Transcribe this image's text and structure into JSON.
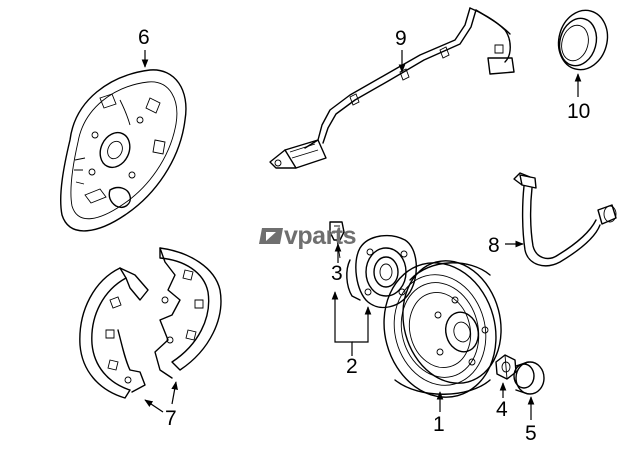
{
  "watermark": {
    "text": "vparts",
    "logo_icon": "wrench-logo-icon",
    "color": "#6f6f6f"
  },
  "callouts": [
    {
      "id": "1",
      "part": "brake-drum-rotor"
    },
    {
      "id": "2",
      "part": "hub-and-bearing-group"
    },
    {
      "id": "3",
      "part": "wheel-stud"
    },
    {
      "id": "4",
      "part": "axle-nut"
    },
    {
      "id": "5",
      "part": "dust-cap"
    },
    {
      "id": "6",
      "part": "backing-plate"
    },
    {
      "id": "7",
      "part": "parking-brake-shoes"
    },
    {
      "id": "8",
      "part": "brake-hose"
    },
    {
      "id": "9",
      "part": "abs-sensor-harness"
    },
    {
      "id": "10",
      "part": "oil-seal"
    }
  ],
  "colors": {
    "line": "#000000",
    "background": "#ffffff"
  }
}
